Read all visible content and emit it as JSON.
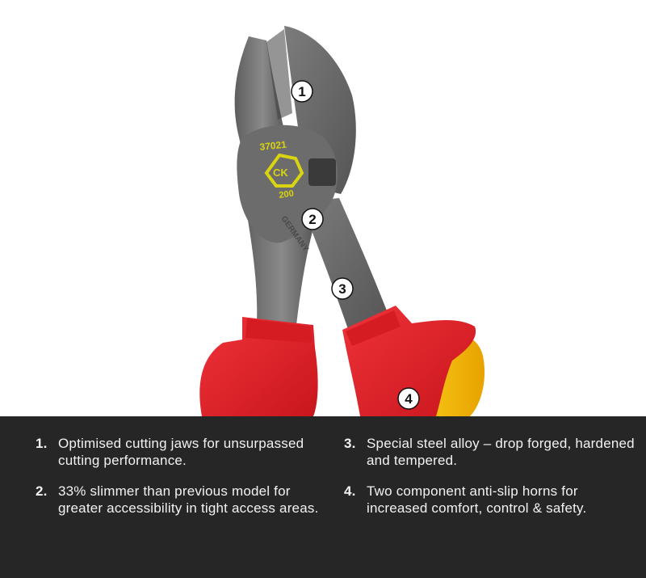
{
  "photo": {
    "product_markings": {
      "model_number": "37021",
      "logo": "CK",
      "size": "200",
      "origin": "GERMANY"
    },
    "callouts": [
      "1",
      "2",
      "3",
      "4"
    ],
    "colors": {
      "steel": "#707070",
      "handle_red": "#e3242b",
      "handle_yellow": "#f2b705",
      "logo_yellow": "#d9d40f"
    }
  },
  "features": [
    {
      "number": "1.",
      "text": "Optimised cutting jaws for unsurpassed cutting performance."
    },
    {
      "number": "2.",
      "text": "33% slimmer than previous model for greater accessibility in tight access areas."
    },
    {
      "number": "3.",
      "text": "Special steel alloy – drop forged, hardened and tempered."
    },
    {
      "number": "4.",
      "text": "Two component anti-slip horns for increased comfort, control & safety."
    }
  ],
  "panel": {
    "background": "#262626",
    "text_color": "#f2f2f2"
  }
}
